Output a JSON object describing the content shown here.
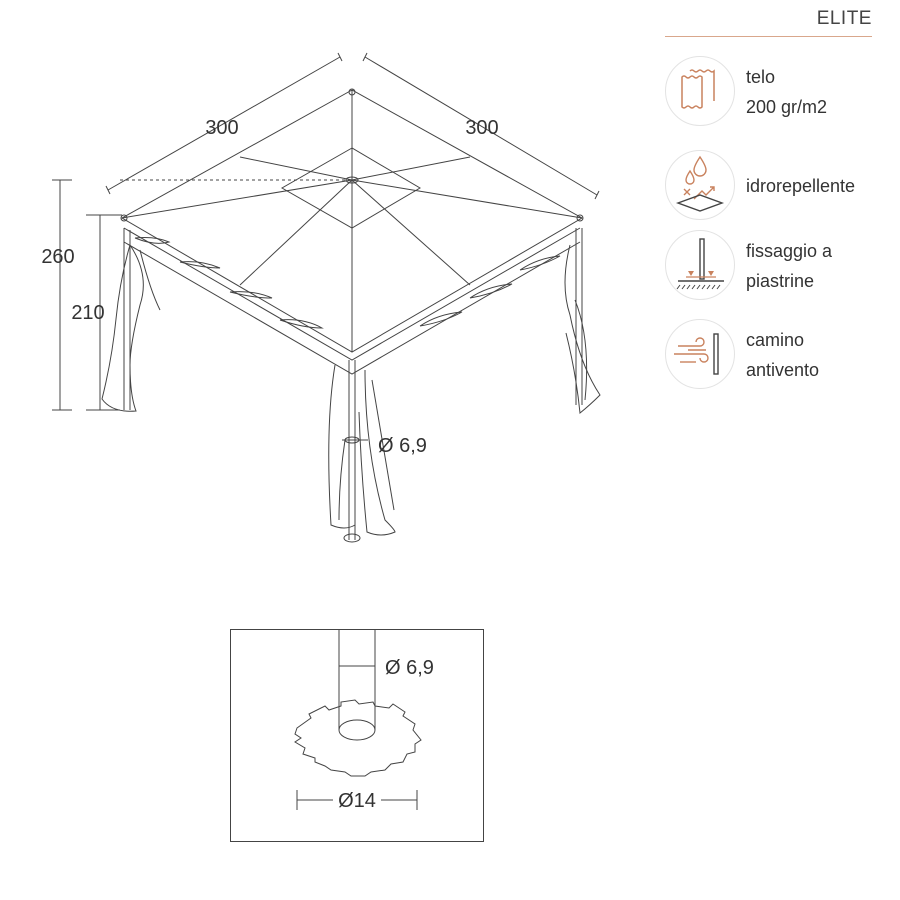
{
  "header": {
    "brand": "ELITE"
  },
  "features": [
    {
      "icon": "fabric-swatch-icon",
      "lines": [
        "telo",
        "200 gr/m2"
      ]
    },
    {
      "icon": "water-drops-icon",
      "lines": [
        "idrorepellente"
      ]
    },
    {
      "icon": "base-plate-fixing-icon",
      "lines": [
        "fissaggio a",
        "piastrine"
      ]
    },
    {
      "icon": "wind-vent-icon",
      "lines": [
        "camino",
        "antivento"
      ]
    }
  ],
  "dimensions": {
    "width_left": "300",
    "width_right": "300",
    "total_height": "260",
    "side_height": "210",
    "pole_diameter": "Ø 6,9",
    "detail_pole_diameter": "Ø 6,9",
    "plate_diameter": "Ø14"
  },
  "colors": {
    "accent": "#d9a78c",
    "icon_stroke": "#c9825e",
    "line": "#444444"
  }
}
